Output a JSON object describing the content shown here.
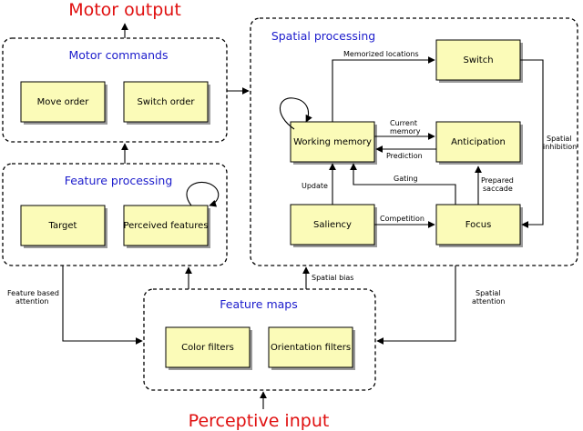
{
  "io": {
    "motor_output": "Motor output",
    "perceptive_input": "Perceptive input"
  },
  "groups": {
    "motor_commands": "Motor commands",
    "feature_processing": "Feature processing",
    "spatial_processing": "Spatial processing",
    "feature_maps": "Feature maps"
  },
  "nodes": {
    "move_order": "Move order",
    "switch_order": "Switch order",
    "target": "Target",
    "perceived_features": "Perceived features",
    "switch": "Switch",
    "working_memory": "Working memory",
    "anticipation": "Anticipation",
    "saliency": "Saliency",
    "focus": "Focus",
    "color_filters": "Color filters",
    "orientation_filters": "Orientation filters"
  },
  "edges": {
    "memorized_locations": "Memorized locations",
    "current_memory_1": "Current",
    "current_memory_2": "memory",
    "prediction": "Prediction",
    "spatial_inhibition_1": "Spatial",
    "spatial_inhibition_2": "inhibition",
    "update": "Update",
    "gating": "Gating",
    "prepared_saccade_1": "Prepared",
    "prepared_saccade_2": "saccade",
    "competition": "Competition",
    "spatial_bias": "Spatial bias",
    "feature_based_attention_1": "Feature based",
    "feature_based_attention_2": "attention",
    "spatial_attention_1": "Spatial",
    "spatial_attention_2": "attention"
  }
}
